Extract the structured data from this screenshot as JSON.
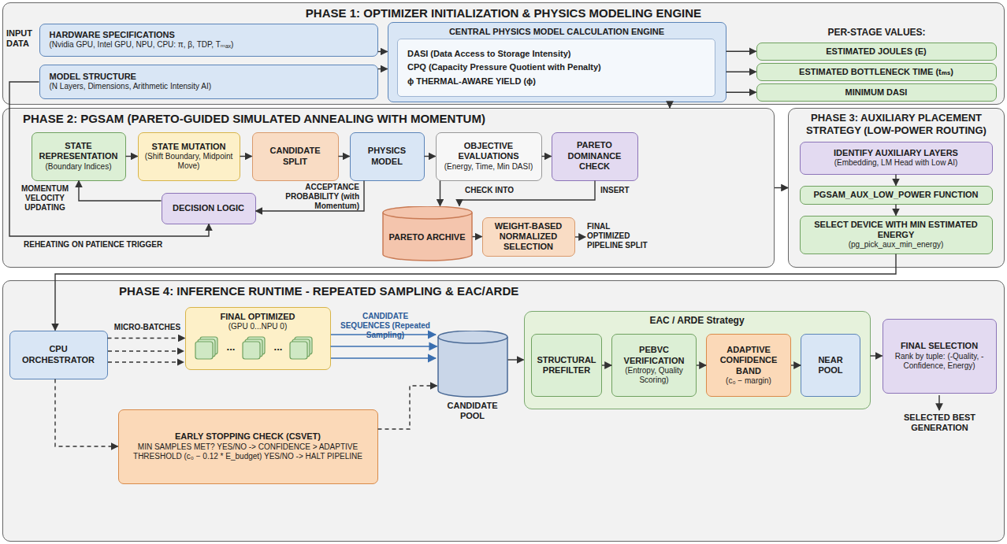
{
  "diagram": {
    "nodes": [
      {
        "text": [
          "PHASE 1: OPTIMIZER INITIALIZATION & PHYSICS MODELING ENGINE"
        ]
      },
      {
        "text": [
          "HARDWARE SPECIFICATIONS",
          "(Nvidia GPU, Intel GPU, NPU, CPU: π, β, TDP, Tₘₐₓ)"
        ],
        "in": 0
      },
      {
        "text": [
          "MODEL STRUCTURE",
          "(N Layers, Dimensions, Arithmetic Intensity AI)"
        ],
        "in": 0
      },
      {
        "text": [
          "CENTRAL PHYSICS MODEL CALCULATION ENGINE"
        ],
        "in": 0
      },
      {
        "text": [
          "DASI (Data Access to Storage Intensity)",
          "CPQ (Capacity Pressure Quotient with Penalty)",
          "ϕ THERMAL-AWARE YIELD (ϕ)"
        ],
        "in": 3
      },
      {
        "text": [
          "ESTIMATED JOULES (E)"
        ],
        "in": 0
      },
      {
        "text": [
          "ESTIMATED BOTTLENECK TIME (tₘₛ)"
        ],
        "in": 0
      },
      {
        "text": [
          "MINIMUM DASI"
        ],
        "in": 0
      },
      {
        "text": [
          "PHASE 2: PGSAM (PARETO-GUIDED SIMULATED ANNEALING WITH MOMENTUM)"
        ]
      },
      {
        "text": [
          "STATE REPRESENTATION",
          "(Boundary Indices)"
        ],
        "in": 8
      },
      {
        "text": [
          "STATE MUTATION",
          "(Shift Boundary, Midpoint Move)"
        ],
        "in": 8
      },
      {
        "text": [
          "CANDIDATE SPLIT"
        ],
        "in": 8
      },
      {
        "text": [
          "PHYSICS MODEL"
        ],
        "in": 8
      },
      {
        "text": [
          "OBJECTIVE EVALUATIONS",
          "(Energy, Time, Min DASI)"
        ],
        "in": 8
      },
      {
        "text": [
          "PARETO DOMINANCE CHECK"
        ],
        "in": 8
      },
      {
        "text": [
          "DECISION LOGIC"
        ],
        "in": 8
      },
      {
        "text": [
          "PARETO ARCHIVE"
        ],
        "in": 8
      },
      {
        "text": [
          "WEIGHT-BASED NORMALIZED SELECTION"
        ],
        "in": 8
      },
      {
        "text": [
          "PHASE 3: AUXILIARY PLACEMENT STRATEGY (LOW-POWER ROUTING)"
        ]
      },
      {
        "text": [
          "IDENTIFY AUXILIARY LAYERS",
          "(Embedding, LM Head with Low AI)"
        ],
        "in": 18
      },
      {
        "text": [
          "PGSAM_AUX_LOW_POWER FUNCTION"
        ],
        "in": 18
      },
      {
        "text": [
          "SELECT DEVICE WITH MIN ESTIMATED ENERGY",
          "(pg_pick_aux_min_energy)"
        ],
        "in": 18
      },
      {
        "text": [
          "PHASE 4: INFERENCE RUNTIME - REPEATED SAMPLING & EAC/ARDE"
        ]
      },
      {
        "text": [
          "CPU ORCHESTRATOR"
        ],
        "in": 22
      },
      {
        "text": [
          "FINAL OPTIMIZED",
          "(GPU 0...NPU 0)"
        ],
        "in": 22
      },
      {
        "text": [
          "EARLY STOPPING CHECK (CSVET)",
          "MIN SAMPLES MET? YES/NO -> CONFIDENCE > ADAPTIVE THRESHOLD (c₀ − 0.12 * E_budget) YES/NO -> HALT PIPELINE"
        ],
        "in": 22
      },
      {
        "text": [
          "CANDIDATE POOL"
        ],
        "in": 22
      },
      {
        "text": [
          "EAC / ARDE Strategy"
        ],
        "in": 22
      },
      {
        "text": [
          "STRUCTURAL PREFILTER"
        ],
        "in": 27
      },
      {
        "text": [
          "PEBVC VERIFICATION",
          "(Entropy, Quality Scoring)"
        ],
        "in": 27
      },
      {
        "text": [
          "ADAPTIVE CONFIDENCE BAND",
          "(c₀ − margin)"
        ],
        "in": 27
      },
      {
        "text": [
          "NEAR POOL"
        ],
        "in": 27
      },
      {
        "text": [
          "FINAL SELECTION",
          "Rank by tuple: (-Quality, -Confidence, Energy)"
        ],
        "in": 22
      }
    ],
    "edges": [
      {
        "from": 1,
        "to": 3,
        "arrow": "to"
      },
      {
        "from": 2,
        "to": 3,
        "arrow": "to"
      },
      {
        "from": 3,
        "to": 5,
        "arrow": "to"
      },
      {
        "from": 3,
        "to": 6,
        "arrow": "to"
      },
      {
        "from": 3,
        "to": 7,
        "arrow": "to"
      },
      {
        "from": 3,
        "to": 8,
        "arrow": "to"
      },
      {
        "from": 9,
        "to": 10,
        "arrow": "to"
      },
      {
        "from": 10,
        "to": 11,
        "arrow": "to"
      },
      {
        "from": 11,
        "to": 12,
        "arrow": "to"
      },
      {
        "from": 12,
        "to": 13,
        "arrow": "to"
      },
      {
        "from": 13,
        "to": 14,
        "arrow": "to"
      },
      {
        "from": 14,
        "to": 16,
        "label": "INSERT",
        "arrow": "to"
      },
      {
        "from": 13,
        "to": 16,
        "label": "CHECK INTO",
        "arrow": "to"
      },
      {
        "from": 12,
        "to": 15,
        "label": "ACCEPTANCE PROBABILITY (with Momentum)",
        "arrow": "to"
      },
      {
        "from": 15,
        "to": 9,
        "label": "MOMENTUM VELOCITY UPDATING",
        "arrow": "to"
      },
      {
        "from": 2,
        "to": 15,
        "arrow": "to"
      },
      {
        "from": 16,
        "to": 17,
        "arrow": "to"
      },
      {
        "from": 8,
        "to": 18,
        "arrow": "to"
      },
      {
        "from": 19,
        "to": 20,
        "arrow": "to"
      },
      {
        "from": 20,
        "to": 21,
        "arrow": "to"
      },
      {
        "from": 21,
        "to": 23,
        "arrow": "to"
      },
      {
        "from": 23,
        "to": 24,
        "label": "MICRO-BATCHES",
        "arrow": "to"
      },
      {
        "from": 23,
        "to": 25,
        "arrow": "to"
      },
      {
        "from": 24,
        "to": 26,
        "label": "CANDIDATE SEQUENCES (Repeated Sampling)",
        "arrow": "to"
      },
      {
        "from": 25,
        "to": 26,
        "arrow": "to"
      },
      {
        "from": 26,
        "to": 27,
        "arrow": "to"
      },
      {
        "from": 28,
        "to": 29,
        "arrow": "to"
      },
      {
        "from": 29,
        "to": 30,
        "arrow": "to"
      },
      {
        "from": 30,
        "to": 31,
        "arrow": "to"
      },
      {
        "from": 27,
        "to": 32,
        "arrow": "to"
      }
    ],
    "labels": [
      "INPUT DATA",
      "PER-STAGE VALUES:",
      "REHEATING ON PATIENCE TRIGGER",
      "FINAL OPTIMIZED PIPELINE SPLIT",
      "...",
      "...",
      "SELECTED BEST GENERATION"
    ]
  }
}
